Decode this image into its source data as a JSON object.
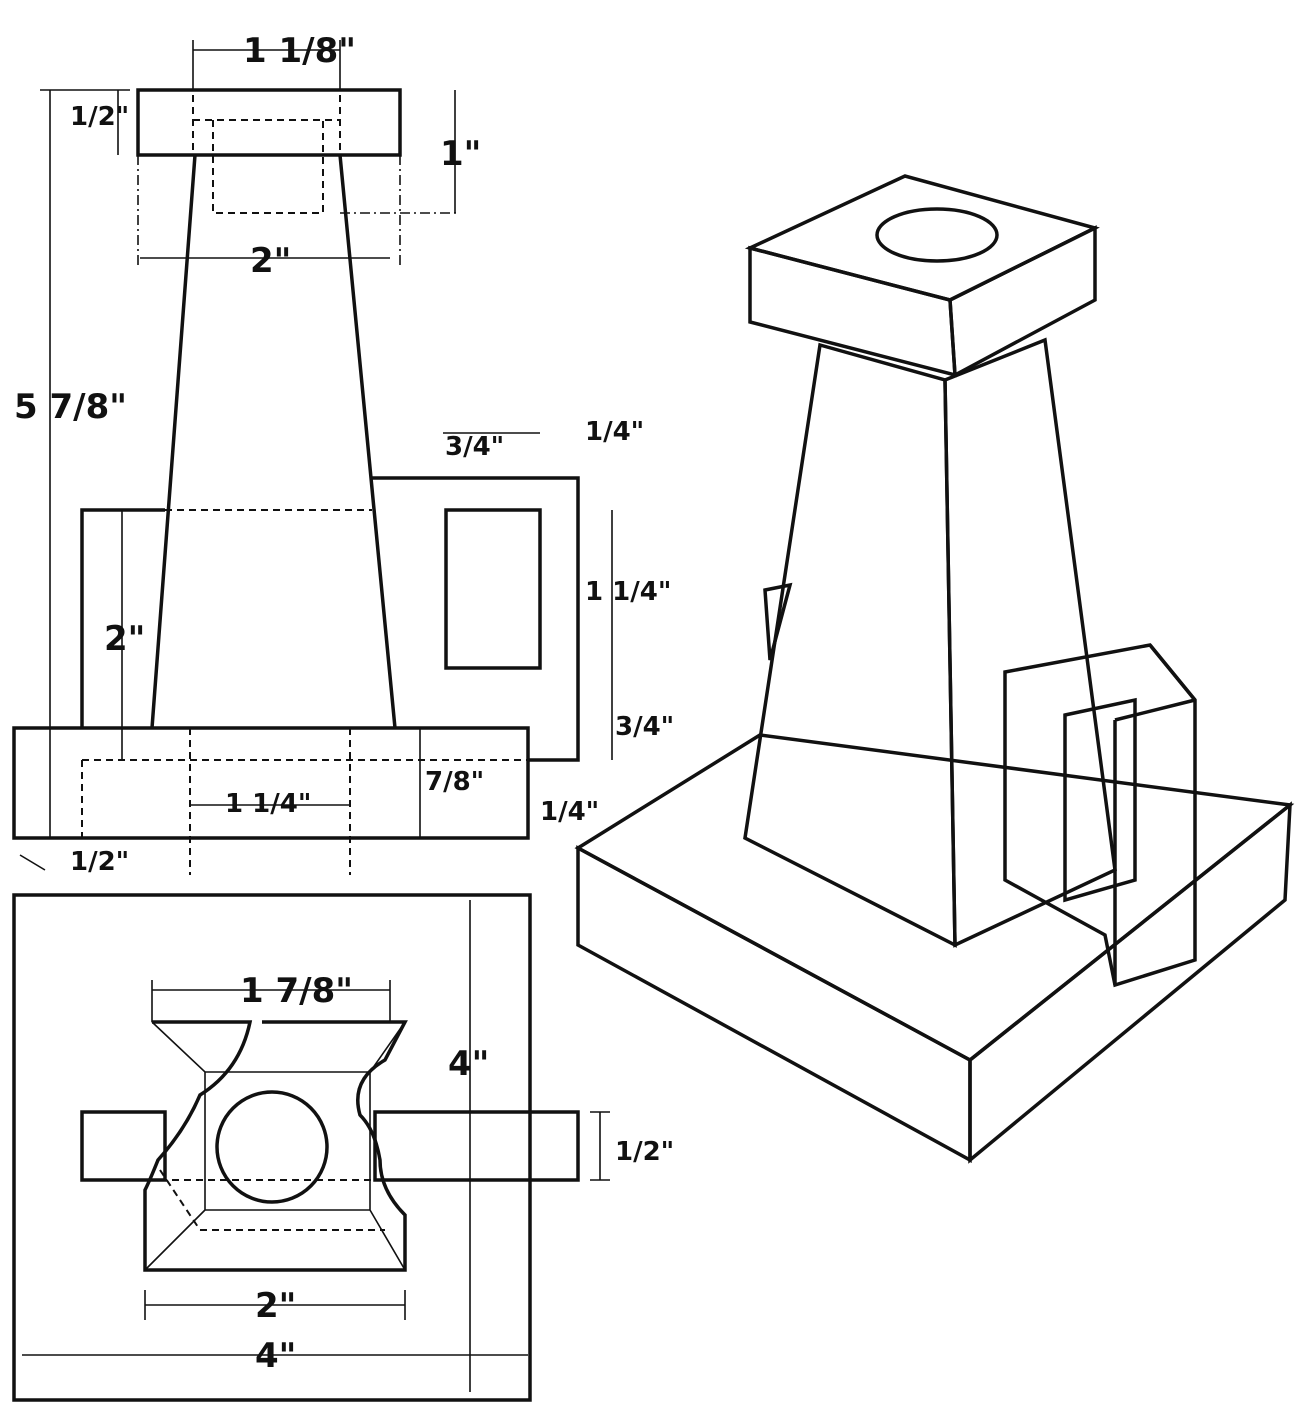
{
  "drawing": {
    "front_view": {
      "cap_width": "1 1/8\"",
      "cap_thickness": "1/2\"",
      "bore_depth": "1\"",
      "body_top_width": "2\"",
      "overall_height": "5 7/8\"",
      "window_width": "3/4\"",
      "top_margin": "1/4\"",
      "window_height": "1 1/4\"",
      "side_height": "2\"",
      "bottom_margin": "3/4\"",
      "base_thickness": "7/8\"",
      "base_recess": "1 1/4\"",
      "base_step": "1/4\"",
      "offset": "1/2\""
    },
    "plan_view": {
      "pedestal_top": "1 7/8\"",
      "depth": "4\"",
      "bar_width": "1/2\"",
      "pedestal_bottom": "2\"",
      "width": "4\""
    }
  }
}
